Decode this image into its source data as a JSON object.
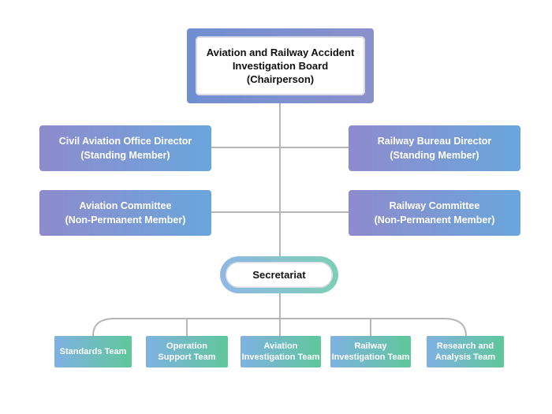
{
  "board": {
    "label": "Aviation and Railway Accident\nInvestigation Board\n(Chairperson)"
  },
  "members": [
    {
      "label": "Civil Aviation Office Director\n(Standing Member)"
    },
    {
      "label": "Railway Bureau Director\n(Standing Member)"
    },
    {
      "label": "Aviation Committee\n(Non-Permanent Member)"
    },
    {
      "label": "Railway Committee\n(Non-Permanent Member)"
    }
  ],
  "secretariat": {
    "label": "Secretariat"
  },
  "teams": [
    {
      "label": "Standards Team"
    },
    {
      "label": "Operation\nSupport Team"
    },
    {
      "label": "Aviation\nInvestigation Team"
    },
    {
      "label": "Railway\nInvestigation Team"
    },
    {
      "label": "Research and\nAnalysis Team"
    }
  ],
  "colors": {
    "connector": "#b5b5b5",
    "board_frame": "#7a8fd0",
    "member_fill_start": "#8e8bcd",
    "member_fill_end": "#6aa6dc",
    "team_fill_start": "#7fb1e3",
    "team_fill_end": "#5fc79a"
  }
}
